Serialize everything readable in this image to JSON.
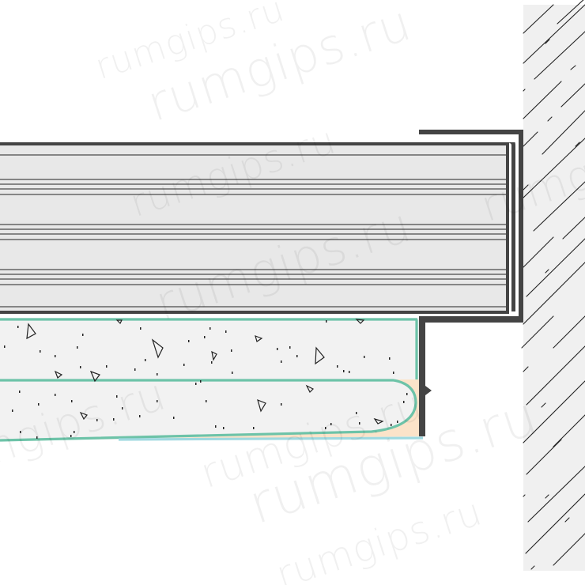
{
  "drawing": {
    "type": "construction-section-detail",
    "elements": [
      {
        "name": "drywall-ceiling-panel",
        "fill": "#e8e8e8",
        "stroke": "#444444"
      },
      {
        "name": "aluminum-edge-profile",
        "color": "#444444"
      },
      {
        "name": "masonry-wall",
        "fill": "#f0f0f0",
        "hatch": "#222222"
      },
      {
        "name": "concrete-screed-layer-top",
        "fill": "#f2f2f2",
        "outline": "#6dc3a8"
      },
      {
        "name": "concrete-screed-layer-bottom",
        "fill": "#f2f2f2",
        "outline": "#6dc3a8"
      },
      {
        "name": "sealant-fill",
        "fill": "#fbe3c9"
      }
    ]
  },
  "watermarks": [
    {
      "text": "rumgips.ru"
    },
    {
      "text": "rumgips.ru"
    },
    {
      "text": "rumgips.ru"
    },
    {
      "text": "rumgips.ru"
    },
    {
      "text": "rumgips.ru"
    },
    {
      "text": "rumgips.ru"
    },
    {
      "text": "rumgips.ru"
    },
    {
      "text": "rumgips.ru"
    },
    {
      "text": "rumgips.ru"
    }
  ],
  "colors": {
    "profile": "#444444",
    "panel": "#e8e8e8",
    "panel_line": "#222222",
    "concrete": "#f2f2f2",
    "concrete_outline": "#6dc3a8",
    "sealant": "#fbe3c9",
    "wall": "#f0f0f0"
  }
}
